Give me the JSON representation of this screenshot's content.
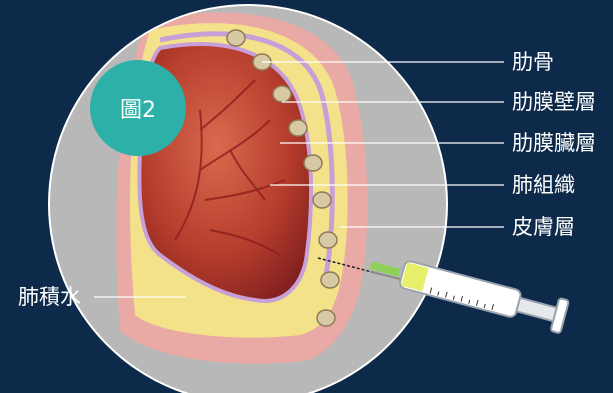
{
  "badge": {
    "text": "圖2"
  },
  "labels": {
    "rib": "肋骨",
    "parietal_pleura": "肋膜壁層",
    "visceral_pleura": "肋膜臟層",
    "lung_tissue": "肺組織",
    "skin_layer": "皮膚層",
    "pleural_effusion": "肺積水"
  },
  "colors": {
    "background": "#0d2a4a",
    "badge": "#2cb0a8",
    "lung": "#b03a2e",
    "fluid": "#f3e28a",
    "pleura": "#c7a0d8",
    "chest_wall": "#e8a0a0",
    "rib": "#d8c9a5"
  },
  "icons": [
    "syringe-icon"
  ]
}
